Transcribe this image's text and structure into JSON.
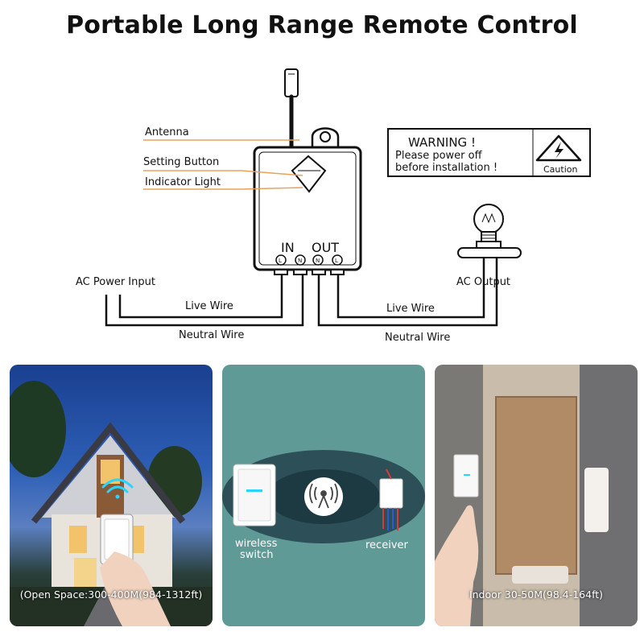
{
  "title": "Portable Long Range Remote Control",
  "labels": {
    "antenna": "Antenna",
    "setting_button": "Setting Button",
    "indicator_light": "Indicator Light",
    "in": "IN",
    "out": "OUT",
    "ac_power_input": "AC Power Input",
    "ac_output": "AC Output",
    "live_wire_left": "Live Wire",
    "neutral_wire_left": "Neutral Wire",
    "live_wire_right": "Live Wire",
    "neutral_wire_right": "Neutral Wire"
  },
  "terminals": [
    "L",
    "N",
    "N",
    "L"
  ],
  "warning": {
    "title": "WARNING !",
    "line1": "Please power off",
    "line2": "before installation !",
    "caution": "Caution"
  },
  "panels": {
    "outdoor_caption": "(Open Space:300-400M(984-1312ft)",
    "wireless_switch_line1": "wireless",
    "wireless_switch_line2": "switch",
    "receiver": "receiver",
    "indoor_caption": "Indoor 30-50M(98.4-164ft)"
  },
  "colors": {
    "leader_line": "#e8a25a",
    "line": "#111111",
    "panel_teal": "#5f9a97"
  },
  "icons": [
    "antenna-icon",
    "caution-triangle-icon",
    "light-bulb-icon",
    "signal-tower-icon",
    "wifi-signal-icon"
  ]
}
